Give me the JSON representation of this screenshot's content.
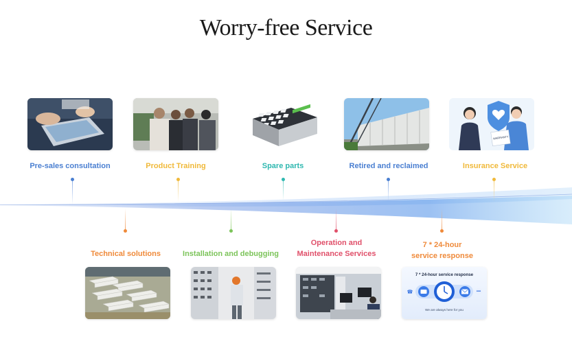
{
  "title": "Worry-free Service",
  "top_items": [
    {
      "label": "Pre-sales consultation",
      "color": "#4a7fd1",
      "image": "laptop-consultation-photo"
    },
    {
      "label": "Product Training",
      "color": "#f0b93a",
      "image": "training-group-photo"
    },
    {
      "label": "Spare parts",
      "color": "#2fb8b0",
      "image": "battery-module-photo"
    },
    {
      "label": "Retired and reclaimed",
      "color": "#4a7fd1",
      "image": "container-storage-photo"
    },
    {
      "label": "Insurance Service",
      "color": "#f0b93a",
      "image": "insurance-handshake-illustration"
    }
  ],
  "bottom_items": [
    {
      "label": "Technical solutions",
      "color": "#ef8a3a",
      "image": "energy-storage-site-photo"
    },
    {
      "label": "Installation and debugging",
      "color": "#7cc45a",
      "image": "installation-engineer-photo"
    },
    {
      "label_line1": "Operation and",
      "label_line2": "Maintenance Services",
      "color": "#e0506a",
      "image": "control-room-photo"
    },
    {
      "label_line1": "7 * 24-hour",
      "label_line2": "service response",
      "color": "#ef8a3a",
      "image": "service-response-graphic"
    }
  ],
  "service_graphic": {
    "heading": "7 * 24-hour service response",
    "footer": "We are always here for you"
  },
  "insurance_graphic": {
    "paper_text": "WARRANTY"
  }
}
